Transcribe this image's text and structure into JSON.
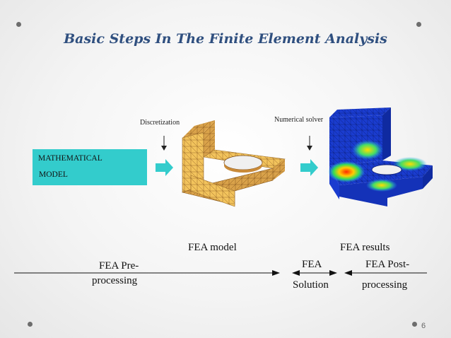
{
  "title": "Basic Steps In The Finite Element Analysis",
  "labels": {
    "discretization": "Discretization",
    "numerical_solver": "Numerical solver"
  },
  "math_model": {
    "line1": "MATHEMATICAL",
    "line2": "MODEL"
  },
  "bottom": {
    "fea_model": "FEA model",
    "fea_results": "FEA results",
    "pre_line1": "FEA Pre-",
    "pre_line2": "processing",
    "sol_line1": "FEA",
    "sol_line2": "Solution",
    "post_line1": "FEA Post-",
    "post_line2": "processing"
  },
  "page_number": "6",
  "colors": {
    "title": "#2f4f7f",
    "math_box": "#33cccc",
    "arrow_cyan": "#33cccc",
    "mesh_fill": "#f2c35c",
    "result_blue": "#1a3ccf"
  }
}
